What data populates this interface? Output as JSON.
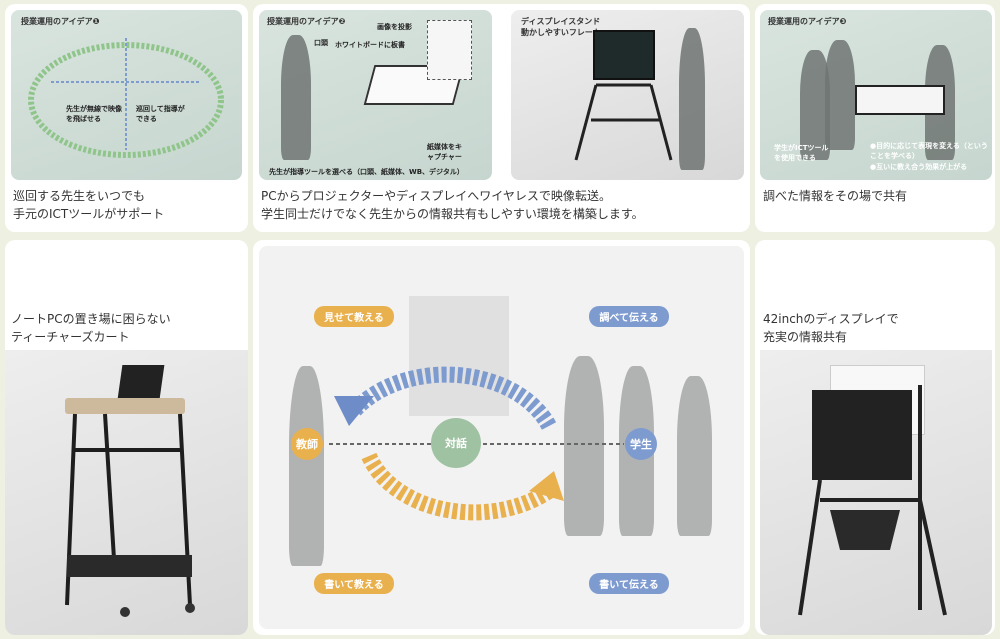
{
  "panel1": {
    "tag": "授業運用のアイデア❶",
    "note1": "先生が無線で映像を飛ばせる",
    "note2": "巡回して指導ができる",
    "caption": [
      "巡回する先生をいつでも",
      "手元のICTツールがサポート"
    ]
  },
  "panel2": {
    "tag": "授業運用のアイデア❷",
    "labels": [
      "口頭",
      "ホワイトボードに板書",
      "画像を投影",
      "紙媒体をキャプチャー",
      "先生が指導ツールを選べる（口頭、紙媒体、WB、デジタル）"
    ],
    "caption": [
      "PCからプロジェクターやディスプレイへワイヤレスで映像転送。",
      "学生同士だけでなく先生からの情報共有もしやすい環境を構築します。"
    ]
  },
  "panel3": {
    "tag": [
      "ディスプレイスタンド",
      "動かしやすいフレーム"
    ]
  },
  "panel4": {
    "tag": "授業運用のアイデア❸",
    "notes": [
      "学生がICTツールを使用できる",
      "●目的に応じて表現を変える（ということを学べる）",
      "●互いに教え合う効果が上がる"
    ],
    "caption": "調べた情報をその場で共有"
  },
  "cart": {
    "caption": [
      "ノートPCの置き場に困らない",
      "ティーチャーズカート"
    ]
  },
  "diagram": {
    "top_left": "見せて教える",
    "top_right": "調べて伝える",
    "bottom_left": "書いて教える",
    "bottom_right": "書いて伝える",
    "teacher": "教師",
    "dialogue": "対話",
    "student": "学生",
    "colors": {
      "orange": "#e9b04e",
      "blue": "#7e9bd0",
      "green": "#9fc2a2"
    }
  },
  "display": {
    "caption": [
      "42inchのディスプレイで",
      "充実の情報共有"
    ]
  }
}
